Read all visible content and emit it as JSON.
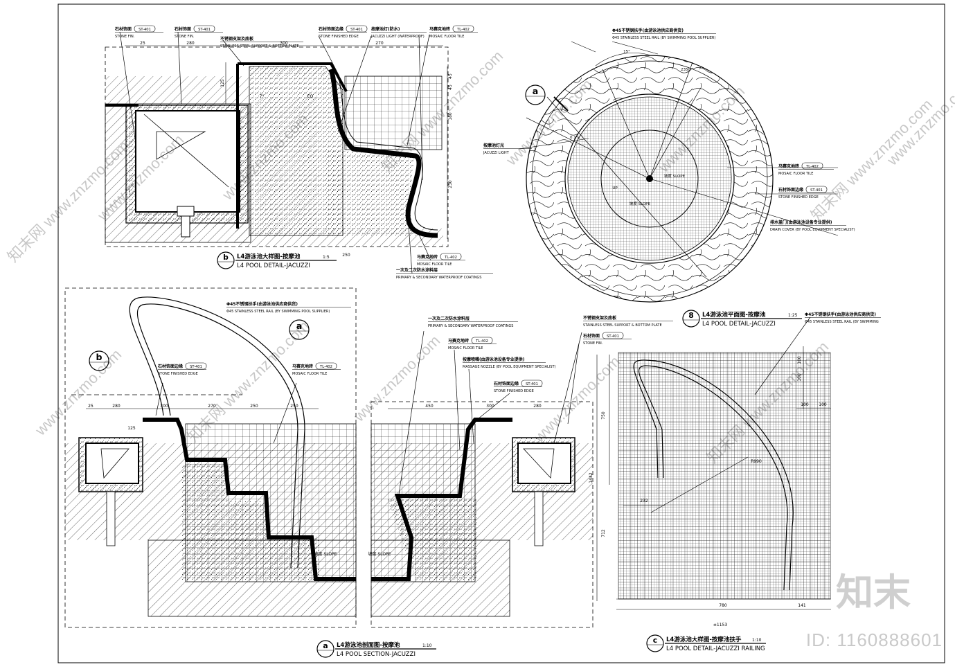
{
  "drawing": {
    "views": [
      {
        "id": "b",
        "marker": "b",
        "title_cn": "L4游泳池大样图-按摩池",
        "title_en": "L4 POOL DETAIL-JACUZZI",
        "scale": "1:5",
        "callouts": [
          {
            "cn": "石材饰面",
            "code": "ST-401",
            "en": "STONE FIN."
          },
          {
            "cn": "石材饰面",
            "code": "ST-401",
            "en": "STONE FIN."
          },
          {
            "cn": "不锈钢支架及底板",
            "code": "",
            "en": "STAINLESS STEEL SUPPORT & BOTTOM PLATE"
          },
          {
            "cn": "石材饰面边缘",
            "code": "ST-401",
            "en": "STONE FINISHED EDGE"
          },
          {
            "cn": "按摩池灯(防水)",
            "code": "",
            "en": "JACUZZI LIGHT (WATERPROOF)"
          },
          {
            "cn": "马赛克地砖",
            "code": "TL-402",
            "en": "MOSAIC FLOOR TILE"
          },
          {
            "cn": "马赛克地砖",
            "code": "TL-402",
            "en": "MOSAIC FLOOR TILE"
          },
          {
            "cn": "一次及二次防水涂料层",
            "code": "",
            "en": "PRIMARY & SECONDARY WATERPROOF COATINGS"
          }
        ],
        "dims": [
          "25",
          "280",
          "300",
          "270",
          "125",
          "45",
          "45",
          "180",
          "230",
          "250",
          "7°",
          "EQ",
          "EQ"
        ]
      },
      {
        "id": "8",
        "marker": "8",
        "title_cn": "L4游泳池平面图-按摩池",
        "title_en": "L4 POOL DETAIL-JACUZZI",
        "scale": "1:25",
        "callouts": [
          {
            "cn": "Φ45不锈钢扶手(由游泳池供应商供货)",
            "code": "",
            "en": "Φ45 STAINLESS STEEL RAIL (BY SWIMMING POOL SUPPLIER)"
          },
          {
            "cn": "按摩池灯光",
            "code": "",
            "en": "JACUZZI LIGHT"
          },
          {
            "cn": "马赛克地砖",
            "code": "TL-402",
            "en": "MOSAIC FLOOR TILE"
          },
          {
            "cn": "石材饰面边缘",
            "code": "ST-401",
            "en": "STONE FINISHED EDGE"
          },
          {
            "cn": "排水盖门(由游泳池设备专业提供)",
            "code": "",
            "en": "DRAIN COVER (BY POOL EQUIPMENT SPECIALIST)"
          }
        ],
        "dims": [
          "15°",
          "2350",
          "0.1%",
          "UP",
          "坡度 SLOPE",
          "坡度 SLOPE"
        ]
      },
      {
        "id": "a",
        "marker": "a",
        "title_cn": "L4游泳池剖面图-按摩池",
        "title_en": "L4 POOL SECTION-JACUZZI",
        "scale": "1:10",
        "callouts": [
          {
            "cn": "Φ45不锈钢扶手(由游泳池供应商供货)",
            "code": "",
            "en": "Φ45 STAINLESS STEEL RAIL (BY SWIMMING POOL SUPPLIER)"
          },
          {
            "cn": "石材饰面边缘",
            "code": "ST-401",
            "en": "STONE FINISHED EDGE"
          },
          {
            "cn": "马赛克地砖",
            "code": "TL-402",
            "en": "MOSAIC FLOOR TILE"
          },
          {
            "cn": "一次及二次防水涂料层",
            "code": "",
            "en": "PRIMARY & SECONDARY WATERPROOF COATINGS"
          },
          {
            "cn": "马赛克地砖",
            "code": "TL-402",
            "en": "MOSAIC FLOOR TILE"
          },
          {
            "cn": "按摩喷嘴(由游泳池设备专业提供)",
            "code": "",
            "en": "MASSAGE NOZZLE (BY POOL EQUIPMENT SPECIALIST)"
          },
          {
            "cn": "石材饰面边缘",
            "code": "ST-401",
            "en": "STONE FINISHED EDGE"
          },
          {
            "cn": "不锈钢支架及底板",
            "code": "",
            "en": "STAINLESS STEEL SUPPORT & BOTTOM PLATE"
          },
          {
            "cn": "石材饰面",
            "code": "ST-401",
            "en": "STONE FIN."
          }
        ],
        "dims": [
          "25",
          "280",
          "300",
          "270",
          "250",
          "250",
          "450",
          "300",
          "280",
          "125",
          "坡度 SLOPE",
          "坡度 SLOPE"
        ]
      },
      {
        "id": "c",
        "marker": "c",
        "title_cn": "L4游泳池大样图-按摩池扶手",
        "title_en": "L4 POOL DETAIL-JACUZZI RAILING",
        "scale": "1:10",
        "callouts": [
          {
            "cn": "Φ45不锈钢扶手(由游泳池供应商供货)",
            "code": "",
            "en": "Φ45 STAINLESS STEEL RAIL (BY SWIMMING"
          }
        ],
        "dims": [
          "100",
          "100",
          "100",
          "100",
          "750",
          "1442",
          "712",
          "232",
          "R990",
          "780",
          "141",
          "±1153"
        ]
      }
    ],
    "section_marks": [
      "a",
      "b"
    ],
    "watermark_text": "www.znzmo.com",
    "watermark_cn": "知末网",
    "logo_text": "知末",
    "id_label": "ID: 1160888601"
  }
}
